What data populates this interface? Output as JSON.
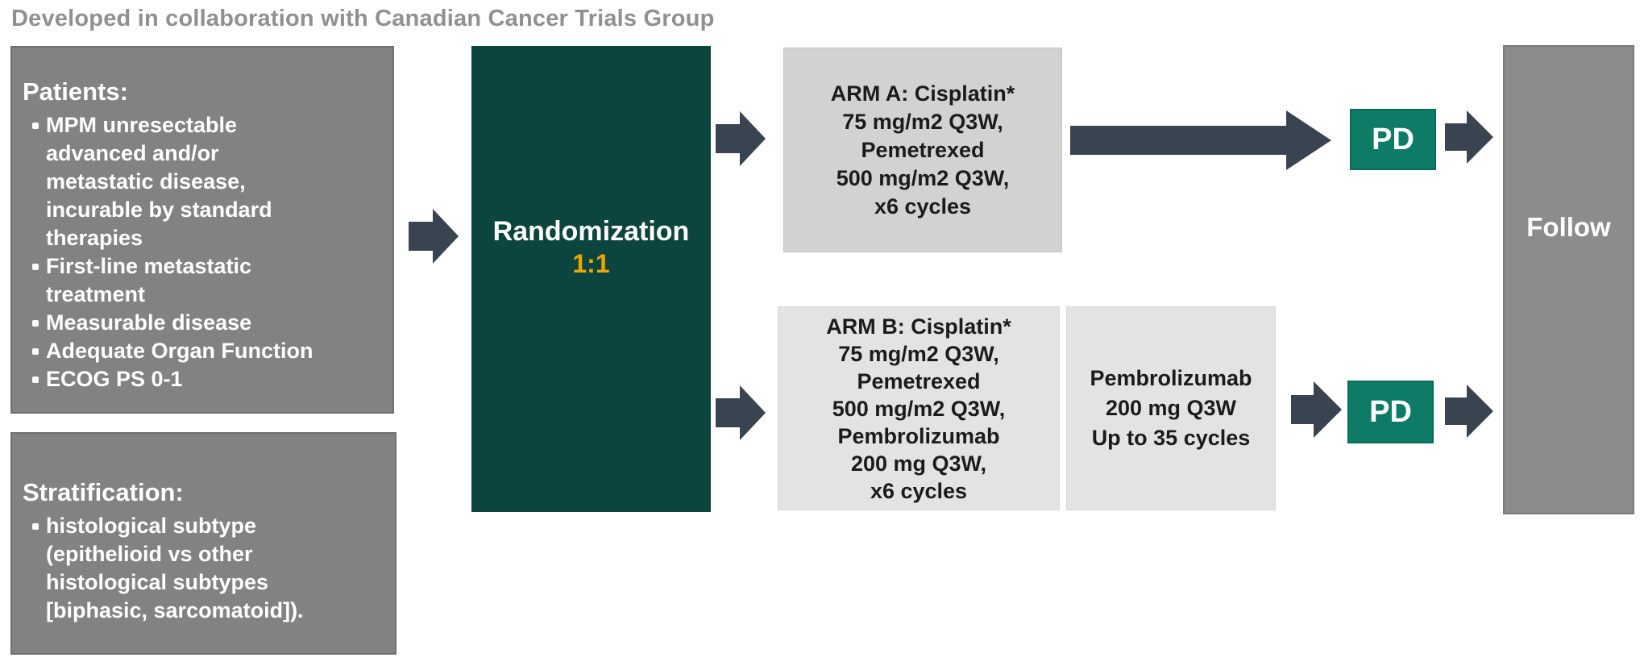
{
  "header": {
    "caption": "Developed in collaboration with Canadian Cancer Trials Group"
  },
  "patients": {
    "heading": "Patients:",
    "bullets": [
      "MPM unresectable\nadvanced and/or\nmetastatic disease,\nincurable by standard\ntherapies",
      "First-line metastatic\ntreatment",
      "Measurable disease",
      "Adequate Organ Function",
      "ECOG PS 0-1"
    ]
  },
  "stratification": {
    "heading": "Stratification:",
    "bullets": [
      "histological subtype\n(epithelioid vs other\nhistological subtypes\n[biphasic, sarcomatoid])."
    ]
  },
  "randomization": {
    "title": "Randomization",
    "ratio": "1:1"
  },
  "arm_a": {
    "text": "ARM A: Cisplatin*\n75 mg/m2 Q3W,\nPemetrexed\n500 mg/m2 Q3W,\nx6 cycles"
  },
  "arm_b": {
    "text": "ARM B: Cisplatin*\n75 mg/m2 Q3W,\nPemetrexed\n500 mg/m2 Q3W,\nPembrolizumab\n200 mg Q3W,\nx6 cycles"
  },
  "pembrolizumab_continuation": {
    "text": "Pembrolizumab\n200 mg Q3W\nUp to 35 cycles"
  },
  "pd_top": {
    "label": "PD"
  },
  "pd_bottom": {
    "label": "PD"
  },
  "follow": {
    "label": "Follow"
  },
  "colors": {
    "randomization_teal": "#0c443e",
    "pd_teal": "#0e7b67",
    "ratio_yellow": "#efa500",
    "arrow_slate": "#3a4450",
    "info_gray": "#828282",
    "arm_a_gray": "#d2d2d2",
    "arm_b_gray": "#e3e3e3",
    "follow_gray": "#8c8c8c",
    "caption_gray": "#909090"
  }
}
